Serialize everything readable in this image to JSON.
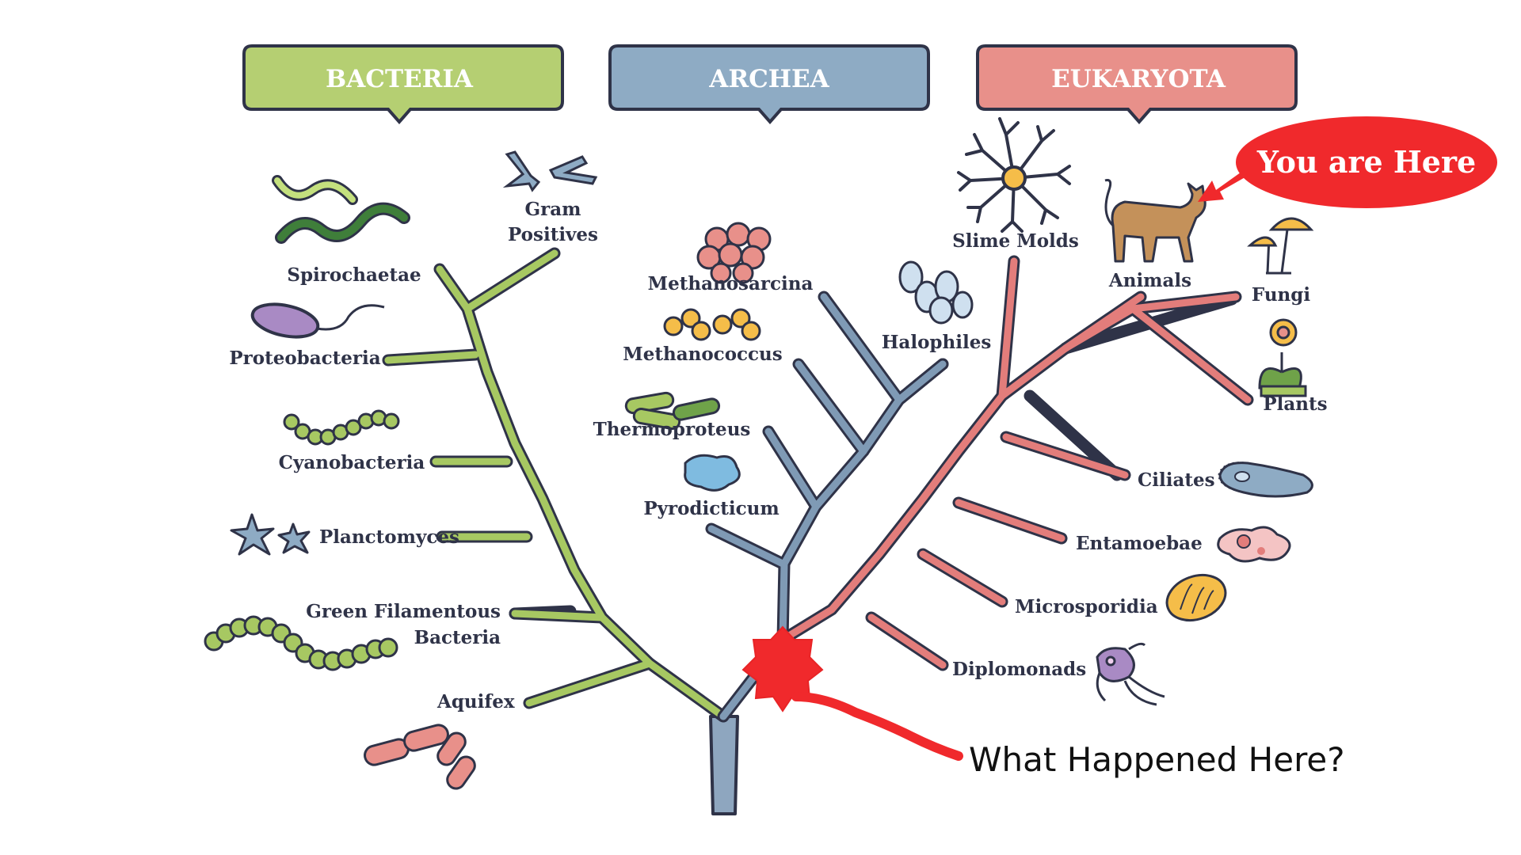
{
  "domains": {
    "bacteria": {
      "label": "BACTERIA",
      "color": "#b5cf72"
    },
    "archea": {
      "label": "ARCHEA",
      "color": "#8eabc4"
    },
    "eukaryota": {
      "label": "EUKARYOTA",
      "color": "#e8908a"
    }
  },
  "colors": {
    "bacteria_branch": "#a7c862",
    "archea_branch": "#7f9ab5",
    "eukaryota_branch": "#e37d7b",
    "trunk": "#8ea6bf",
    "highlight_red": "#f0292c",
    "outline": "#2f3348"
  },
  "bacteria_labels": {
    "spirochaetae": "Spirochaetae",
    "gram_line1": "Gram",
    "gram_line2": "Positives",
    "proteobacteria": "Proteobacteria",
    "cyanobacteria": "Cyanobacteria",
    "planctomyces": "Planctomyces",
    "green_line1": "Green Filamentous",
    "green_line2": "Bacteria",
    "aquifex": "Aquifex"
  },
  "archea_labels": {
    "methanosarcina": "Methanosarcina",
    "methanococcus": "Methanococcus",
    "thermoproteus": "Thermoproteus",
    "pyrodicticum": "Pyrodicticum",
    "halophiles": "Halophiles"
  },
  "eukaryota_labels": {
    "slime_molds": "Slime Molds",
    "animals": "Animals",
    "fungi": "Fungi",
    "plants": "Plants",
    "ciliates": "Ciliates",
    "entamoebae": "Entamoebae",
    "microsporidia": "Microsporidia",
    "diplomonads": "Diplomonads"
  },
  "annotations": {
    "you_are_here": "You are Here",
    "what_happened": "What Happened Here?"
  }
}
